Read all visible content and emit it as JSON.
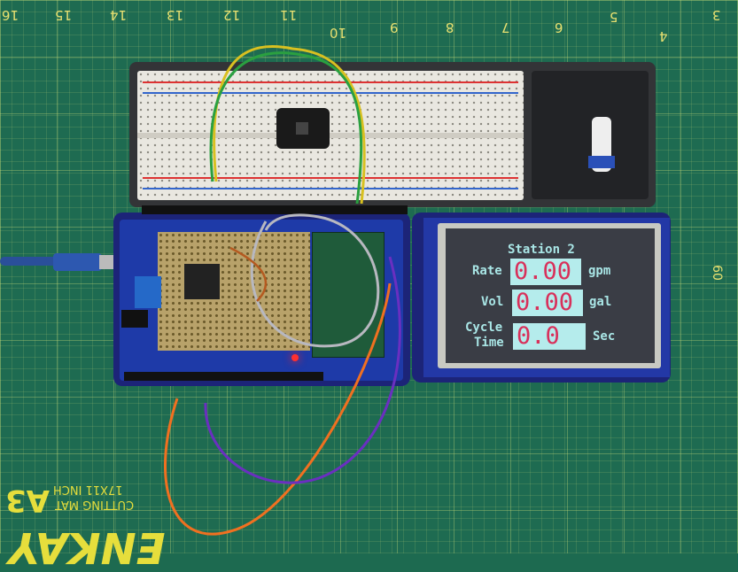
{
  "scene": {
    "colors": {
      "mat": "#1e6b51",
      "mat_print": "#e6de3c",
      "enclosure": "#1c2478",
      "tray": "#333437",
      "lcd_background": "#3a3d45",
      "lcd_text": "#a9e6e6",
      "lcd_value_box": "#b5ecec",
      "lcd_value_text": "#d8305a"
    },
    "ruler_top": [
      "16",
      "15",
      "14",
      "13",
      "12",
      "11",
      "10",
      "9",
      "8",
      "7",
      "6",
      "5",
      "4",
      "3"
    ],
    "ruler_right": "60",
    "mat_print": {
      "brand": "ENKAY",
      "size": "A3",
      "line1": "CUTTING MAT",
      "line2": "17X11 INCH"
    }
  },
  "display": {
    "title": "Station 2",
    "rows": [
      {
        "label": "Rate",
        "value": "0.00",
        "unit": "gpm"
      },
      {
        "label": "Vol",
        "value": "0.00",
        "unit": "gal"
      },
      {
        "label_line1": "Cycle",
        "label_line2": "Time",
        "value": "0.0",
        "unit": "Sec"
      }
    ]
  }
}
